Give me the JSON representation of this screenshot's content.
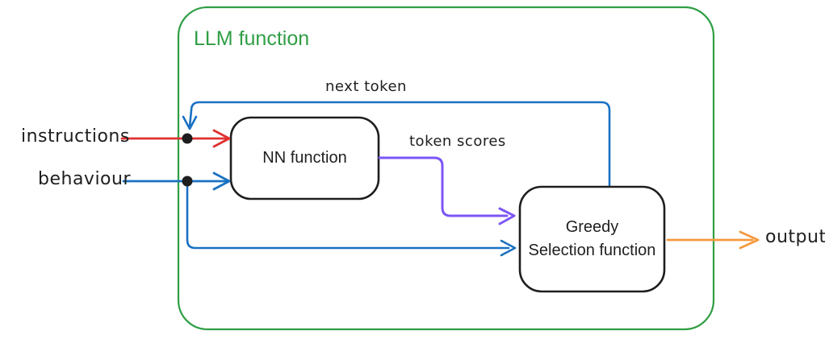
{
  "diagram": {
    "container_label": "LLM function",
    "nodes": {
      "nn": {
        "label": "NN function"
      },
      "greedy": {
        "line1": "Greedy",
        "line2": "Selection function"
      }
    },
    "edge_labels": {
      "next_token": "next token",
      "token_scores": "token scores"
    },
    "inputs": {
      "instructions": "instructions",
      "behaviour": "behaviour"
    },
    "output_label": "output",
    "colors": {
      "container_green": "#2f9e44",
      "arrow_blue": "#1971c2",
      "arrow_red": "#e03131",
      "arrow_violet": "#7c56f4",
      "arrow_orange": "#f7993d",
      "ink": "#1e1e1e"
    }
  }
}
